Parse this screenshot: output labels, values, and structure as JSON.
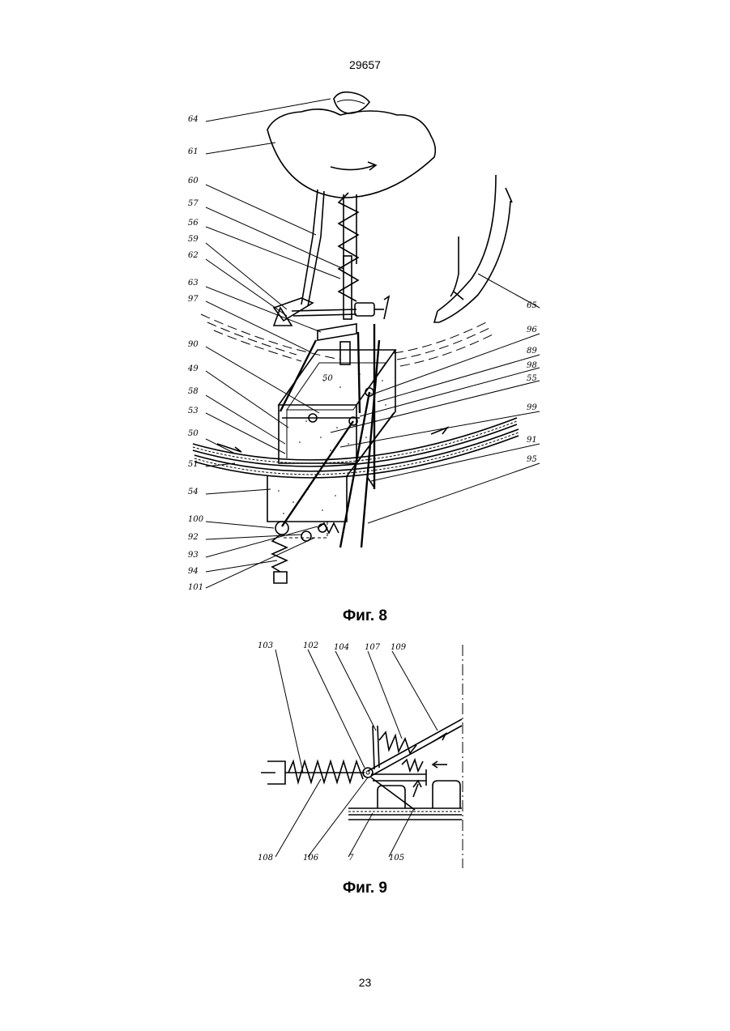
{
  "header": {
    "doc_number": "29657"
  },
  "footer": {
    "page_number": "23"
  },
  "figures": [
    {
      "caption": "Фиг. 8",
      "labels": [
        "64",
        "61",
        "60",
        "57",
        "56",
        "59",
        "62",
        "63",
        "97",
        "90",
        "49",
        "58",
        "53",
        "50",
        "51",
        "54",
        "100",
        "92",
        "93",
        "94",
        "101",
        "96",
        "89",
        "98",
        "55",
        "99",
        "91",
        "95",
        "65"
      ],
      "inner_text": "50"
    },
    {
      "caption": "Фиг. 9",
      "labels": [
        "103",
        "102",
        "104",
        "107",
        "109",
        "108",
        "106",
        "7",
        "105"
      ]
    }
  ]
}
